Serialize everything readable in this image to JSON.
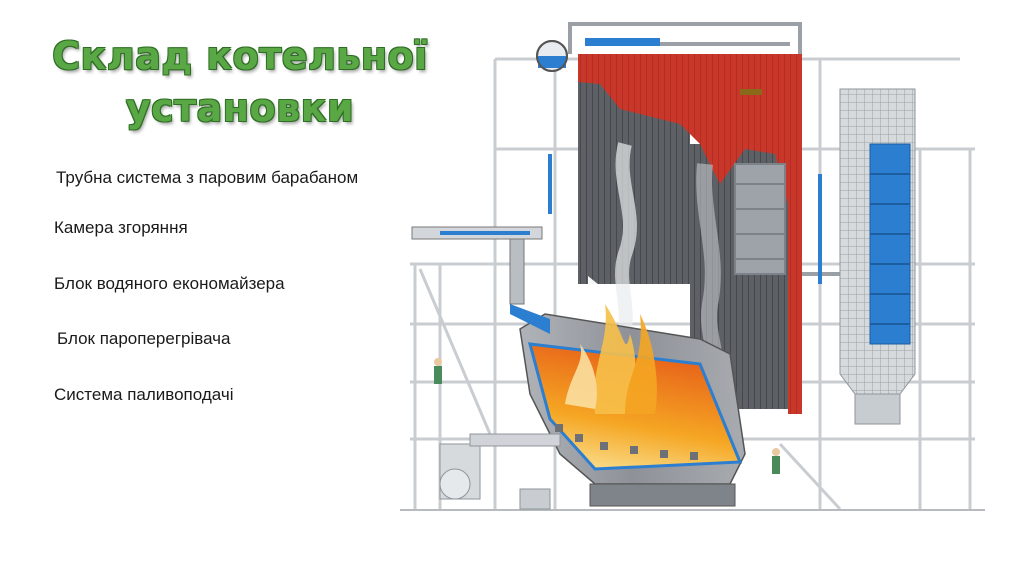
{
  "slide": {
    "title_line1": "Склад котельної",
    "title_line2": "установки",
    "items": [
      "Трубна система з паровим барабаном",
      "Камера згоряння",
      "Блок водяного економайзера",
      "Блок пароперегрівача",
      "Система паливоподачі"
    ]
  },
  "colors": {
    "title": "#5aa845",
    "refractory": "#c8372a",
    "steel": "#6d7177",
    "fire": "#f28a1a",
    "economizer": "#2c7ed0",
    "frame": "#c9cdd1"
  },
  "icons": [
    "steam-drum-icon",
    "play-icon"
  ]
}
